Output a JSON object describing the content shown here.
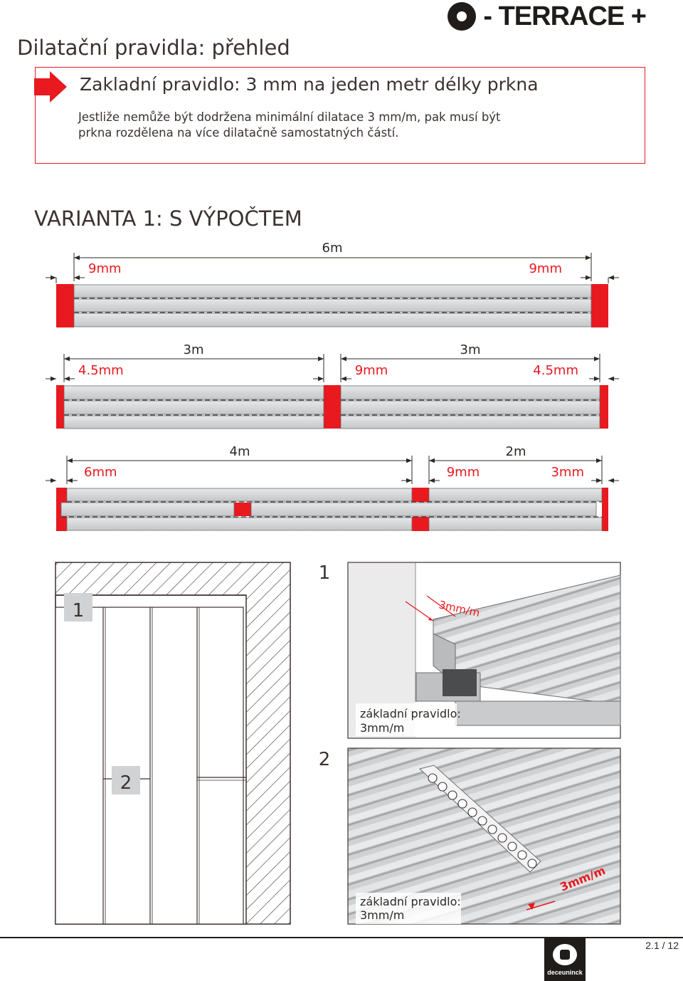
{
  "header": {
    "title": "Dilatační pravidla: přehled",
    "brand": "- TERRACE +"
  },
  "rule": {
    "heading": "Zakladní pravidlo: 3 mm na jeden metr délky prkna",
    "text": "Jestliže nemůže být dodržena minimální dilatace 3 mm/m, pak musí být prkna rozdělena na více dilatačně samostatných částí."
  },
  "variant": {
    "title": "VARIANTA 1: S VÝPOČTEM"
  },
  "diagram1": {
    "length": "6m",
    "gap_left": "9mm",
    "gap_right": "9mm"
  },
  "diagram2": {
    "length_a": "3m",
    "length_b": "3m",
    "gap_left": "4.5mm",
    "gap_mid": "9mm",
    "gap_right": "4.5mm"
  },
  "diagram3": {
    "length_a": "4m",
    "length_b": "2m",
    "gap_left": "6mm",
    "gap_mid": "9mm",
    "gap_right": "3mm"
  },
  "plan": {
    "label_1": "1",
    "label_2": "2"
  },
  "detail1": {
    "number": "1",
    "dim": "3mm/m",
    "caption_line1": "základní pravidlo:",
    "caption_line2": "3mm/m"
  },
  "detail2": {
    "number": "2",
    "dim": "3mm/m",
    "caption_line1": "základní pravidlo:",
    "caption_line2": "3mm/m"
  },
  "footer": {
    "logo_text": "deceuninck",
    "page": "2.1 / 12"
  },
  "colors": {
    "accent_red": "#e8191f",
    "board_grey": "#d0d2d3",
    "dark": "#1f1c1a"
  }
}
